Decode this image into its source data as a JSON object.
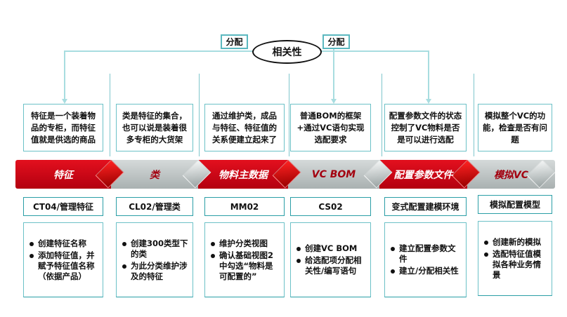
{
  "center_node": "相关性",
  "assign_labels": [
    "分配",
    "分配"
  ],
  "columns": [
    {
      "stage": "特征",
      "description": "特征是一个装着物品的专柜，而特征值就是供选的商品",
      "transaction": "CT04/管理特征",
      "steps": [
        "创建特征名称",
        "添加特征值，并赋予特征值名称（依据产品）"
      ]
    },
    {
      "stage": "类",
      "description": "类是特征的集合，也可以说是装着很多专柜的大货架",
      "transaction": "CL02/管理类",
      "steps": [
        "创建300类型下的类",
        "为此分类维护涉及的特征"
      ]
    },
    {
      "stage": "物料主数据",
      "description": "通过维护类，成品与特征、特征值的关系便建立起来了",
      "transaction": "MM02",
      "steps": [
        "维护分类视图",
        "确认基础视图2中勾选“物料是可配置的”"
      ]
    },
    {
      "stage": "VC BOM",
      "description": "普通BOM的框架+通过VC语句实现选配要求",
      "transaction": "CS02",
      "steps": [
        "创建VC BOM",
        "给选配项分配相关性/编写语句"
      ]
    },
    {
      "stage": "配置参数文件",
      "description": "配置参数文件的状态控制了VC物料是否是可以进行选配",
      "transaction": "变式配置建模环境",
      "steps": [
        "建立配置参数文件",
        "建立/分配相关性"
      ]
    },
    {
      "stage": "模拟VC",
      "description": "模拟整个VC的功能，检查是否有问题",
      "transaction": "模拟配置模型",
      "steps": [
        "创建新的模拟",
        "选配特征值模拟各种业务情景"
      ]
    }
  ],
  "colors": {
    "accent_red": "#d0101c",
    "teal": "#2a9ea6",
    "connector": "#a8dde0"
  }
}
